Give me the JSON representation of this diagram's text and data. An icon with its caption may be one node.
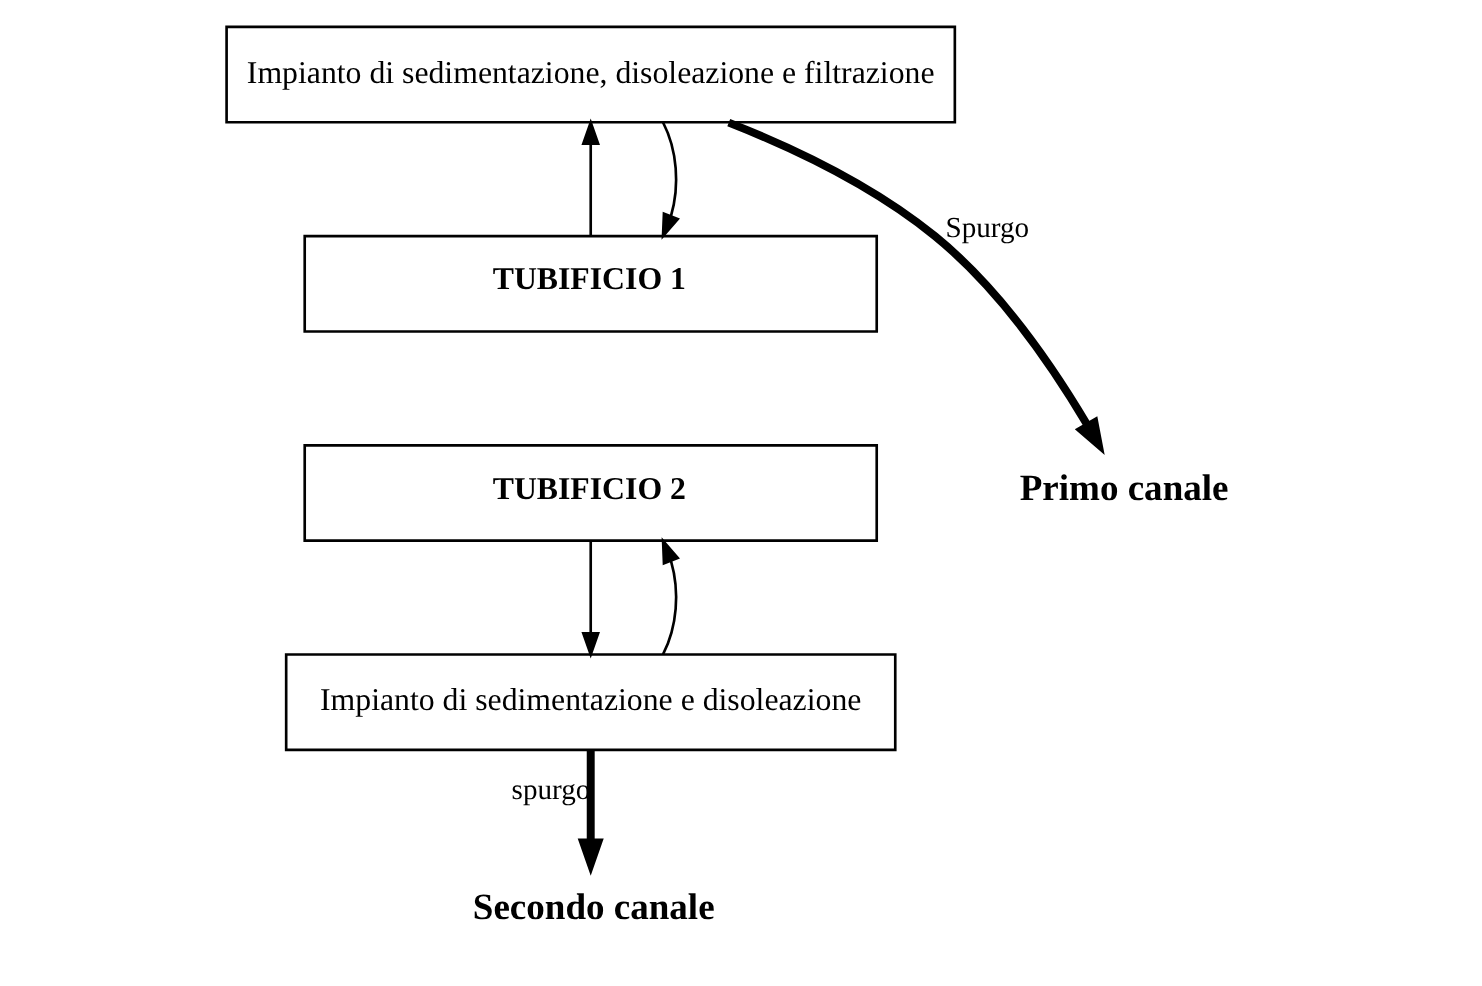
{
  "diagram": {
    "nodes": [
      {
        "text": [
          "Impianto di sedimentazione, disoleazione e filtrazione"
        ]
      },
      {
        "text": [
          "TUBIFICIO 1"
        ]
      },
      {
        "text": [
          "TUBIFICIO 2"
        ]
      },
      {
        "text": [
          "Impianto di sedimentazione e disoleazione"
        ]
      },
      {
        "text": [
          "Primo canale"
        ]
      },
      {
        "text": [
          "Secondo canale"
        ]
      }
    ],
    "edges": [
      {
        "from": 1,
        "to": 0,
        "arrow": "to"
      },
      {
        "from": 0,
        "to": 1,
        "arrow": "to"
      },
      {
        "from": 0,
        "to": 4,
        "arrow": "to",
        "label": "Spurgo",
        "style": "thick"
      },
      {
        "from": 2,
        "to": 3,
        "arrow": "to"
      },
      {
        "from": 3,
        "to": 2,
        "arrow": "to"
      },
      {
        "from": 3,
        "to": 5,
        "arrow": "to",
        "label": "spurgo",
        "style": "thick"
      }
    ]
  }
}
